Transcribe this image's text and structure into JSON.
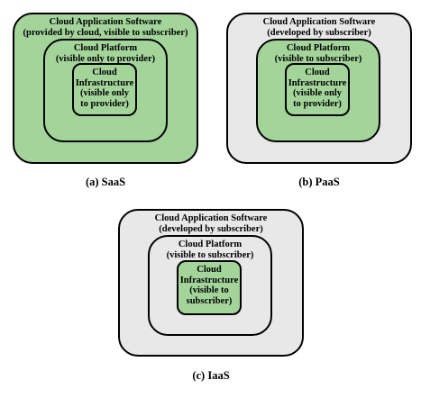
{
  "colors": {
    "visible_to_subscriber": "#a3d59b",
    "developed_by_subscriber": "#e8e8e8"
  },
  "saas": {
    "outer": {
      "line1": "Cloud Application Software",
      "line2": "(provided by cloud, visible to subscriber)"
    },
    "middle": {
      "line1": "Cloud Platform",
      "line2": "(visible only to provider)"
    },
    "inner": {
      "line1": "Cloud",
      "line2": "Infrastructure",
      "line3": "(visible only",
      "line4": "to provider)"
    },
    "caption": "(a) SaaS"
  },
  "paas": {
    "outer": {
      "line1": "Cloud Application Software",
      "line2": "(developed by subscriber)"
    },
    "middle": {
      "line1": "Cloud Platform",
      "line2": "(visible to subscriber)"
    },
    "inner": {
      "line1": "Cloud",
      "line2": "Infrastructure",
      "line3": "(visible only",
      "line4": "to provider)"
    },
    "caption": "(b) PaaS"
  },
  "iaas": {
    "outer": {
      "line1": "Cloud Application Software",
      "line2": "(developed by subscriber)"
    },
    "middle": {
      "line1": "Cloud Platform",
      "line2": "(visible to subscriber)"
    },
    "inner": {
      "line1": "Cloud",
      "line2": "Infrastructure",
      "line3": "(visible to",
      "line4": "subscriber)"
    },
    "caption": "(c) IaaS"
  }
}
